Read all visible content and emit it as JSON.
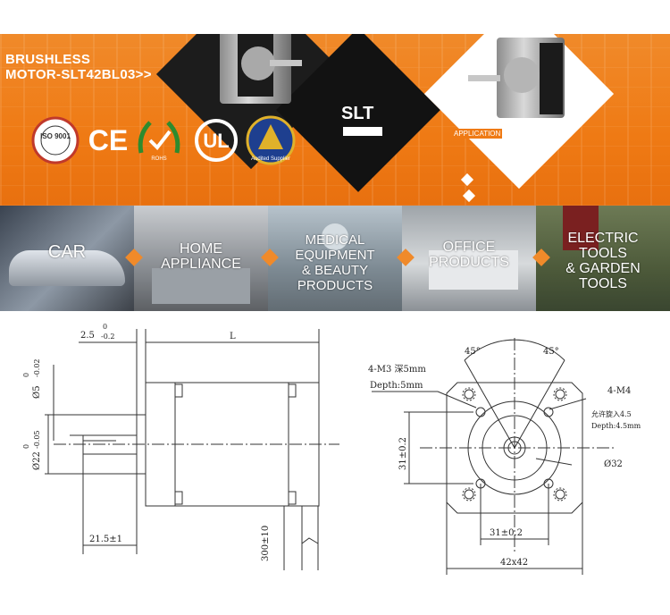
{
  "banner": {
    "title_line1": "BRUSHLESS",
    "title_line2": "MOTOR-SLT42BL03>>",
    "brand_logo": "SLT",
    "application_label": "APPLICATION",
    "certifications": [
      "ISO 9001",
      "CE",
      "ROHS",
      "UL",
      "Audited Supplier"
    ]
  },
  "applications": [
    {
      "label": "CAR"
    },
    {
      "label": "HOME\nAPPLIANCE"
    },
    {
      "label": "MEDICAL\nEQUIPMENT\n& BEAUTY\nPRODUCTS"
    },
    {
      "label": "OFFICE\nPRODUCTS"
    },
    {
      "label": "ELECTRIC\nTOOLS\n& GARDEN\nTOOLS"
    }
  ],
  "drawing": {
    "side": {
      "shaft_step": "2.5",
      "shaft_step_tol_upper": "0",
      "shaft_step_tol_lower": "-0.2",
      "length": "L",
      "flat_dim": "Ø5",
      "flat_tol_upper": "0",
      "flat_tol_lower": "-0.02",
      "boss_dim": "Ø22",
      "boss_tol_upper": "0",
      "boss_tol_lower": "-0.05",
      "shaft_length": "21.5±1",
      "lead_length": "300±10"
    },
    "front": {
      "angle_left": "45°",
      "angle_right": "45°",
      "hole_m3": "4-M3 深5mm",
      "hole_m3_depth": "Depth:5mm",
      "hole_m4": "4-M4",
      "hole_m4_cn": "允许旋入4.5",
      "hole_m4_depth": "Depth:4.5mm",
      "vertical_spacing": "31±0.2",
      "circle_dia": "Ø32",
      "horizontal_spacing": "31±0.2",
      "body_size": "42x42"
    }
  },
  "colors": {
    "banner_orange": "#ef7a14",
    "diamond_black": "#1c1c1c",
    "accent_orange": "#f08a2a"
  }
}
